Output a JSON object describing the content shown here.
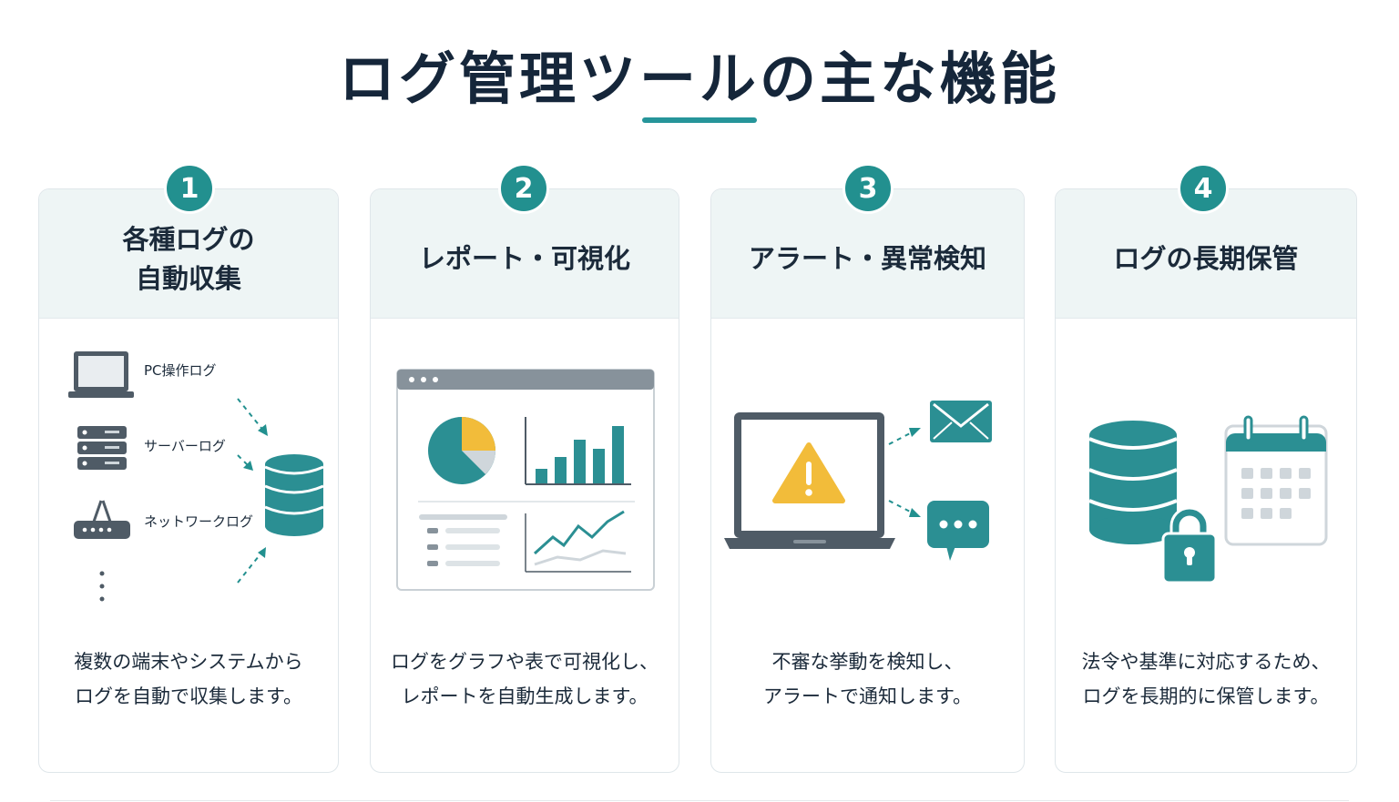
{
  "page": {
    "title": "ログ管理ツールの主な機能"
  },
  "colors": {
    "accent": "#22908f",
    "dark_text": "#15263a",
    "header_bg": "#eef5f5",
    "warning": "#f2bc3a",
    "device_gray": "#4f5b66"
  },
  "features": [
    {
      "number": "1",
      "title": "各種ログの\n自動収集",
      "description": "複数の端末やシステムから\nログを自動で収集します。",
      "sources": [
        "PC操作ログ",
        "サーバーログ",
        "ネットワークログ"
      ],
      "icons": [
        "laptop-icon",
        "server-icon",
        "router-icon",
        "more-dots-icon",
        "database-icon"
      ]
    },
    {
      "number": "2",
      "title": "レポート・可視化",
      "description": "ログをグラフや表で可視化し、\nレポートを自動生成します。",
      "icons": [
        "browser-window-icon",
        "pie-chart-icon",
        "bar-chart-icon",
        "list-icon",
        "line-chart-icon"
      ]
    },
    {
      "number": "3",
      "title": "アラート・異常検知",
      "description": "不審な挙動を検知し、\nアラートで通知します。",
      "icons": [
        "laptop-icon",
        "warning-icon",
        "mail-icon",
        "chat-bubble-icon"
      ]
    },
    {
      "number": "4",
      "title": "ログの長期保管",
      "description": "法令や基準に対応するため、\nログを長期的に保管します。",
      "icons": [
        "database-icon",
        "lock-icon",
        "calendar-icon"
      ]
    }
  ]
}
